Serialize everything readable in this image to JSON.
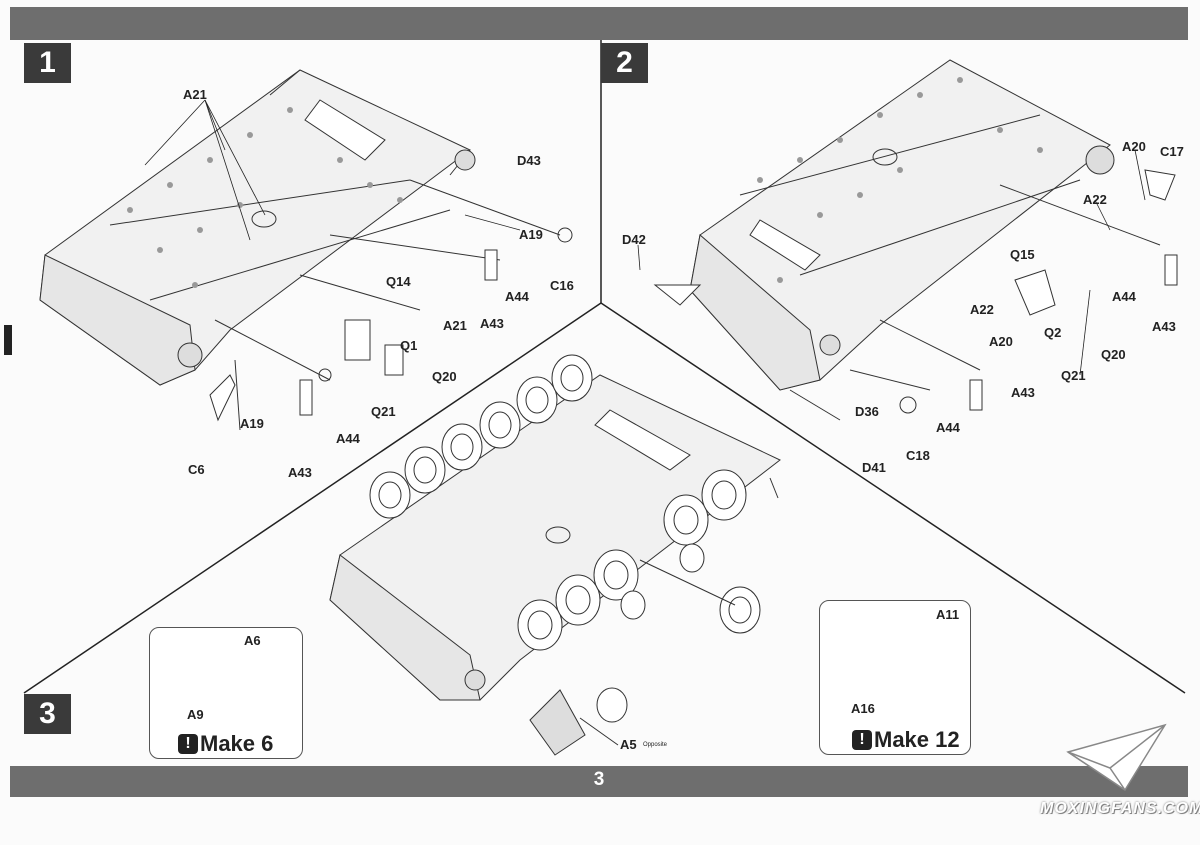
{
  "page": {
    "number": "3"
  },
  "steps": [
    {
      "number": "1",
      "callouts": [
        "A21",
        "D43",
        "A19",
        "A44",
        "C16",
        "A43",
        "Q14",
        "A21",
        "Q1",
        "Q20",
        "Q21",
        "A19",
        "A44",
        "C6",
        "A43"
      ]
    },
    {
      "number": "2",
      "callouts": [
        "A20",
        "C17",
        "D42",
        "A22",
        "Q15",
        "A22",
        "A44",
        "A43",
        "Q2",
        "A20",
        "Q20",
        "Q21",
        "A43",
        "D36",
        "A44",
        "C18",
        "D41"
      ]
    },
    {
      "number": "3",
      "callouts": [
        "A5",
        "Opposite"
      ]
    }
  ],
  "insets": [
    {
      "callouts": [
        "A6",
        "A9"
      ],
      "note": "Make 6"
    },
    {
      "callouts": [
        "A11",
        "A16"
      ],
      "note": "Make 12"
    }
  ],
  "icons": {
    "attention": "exclamation-icon"
  },
  "colors": {
    "bar": "#6e6e6e",
    "badge": "#3a3a3a"
  },
  "watermark": {
    "text": "MOXINGFANS.COM"
  }
}
